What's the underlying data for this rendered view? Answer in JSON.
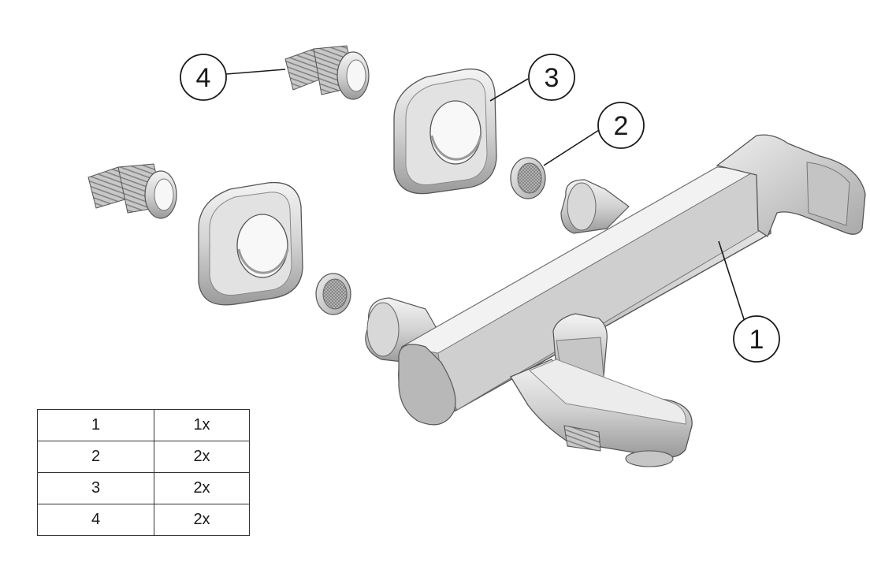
{
  "callouts": [
    {
      "id": "1",
      "label": "1"
    },
    {
      "id": "2",
      "label": "2"
    },
    {
      "id": "3",
      "label": "3"
    },
    {
      "id": "4",
      "label": "4"
    }
  ],
  "parts_table": [
    {
      "part": "1",
      "qty": "1x"
    },
    {
      "part": "2",
      "qty": "2x"
    },
    {
      "part": "3",
      "qty": "2x"
    },
    {
      "part": "4",
      "qty": "2x"
    }
  ]
}
